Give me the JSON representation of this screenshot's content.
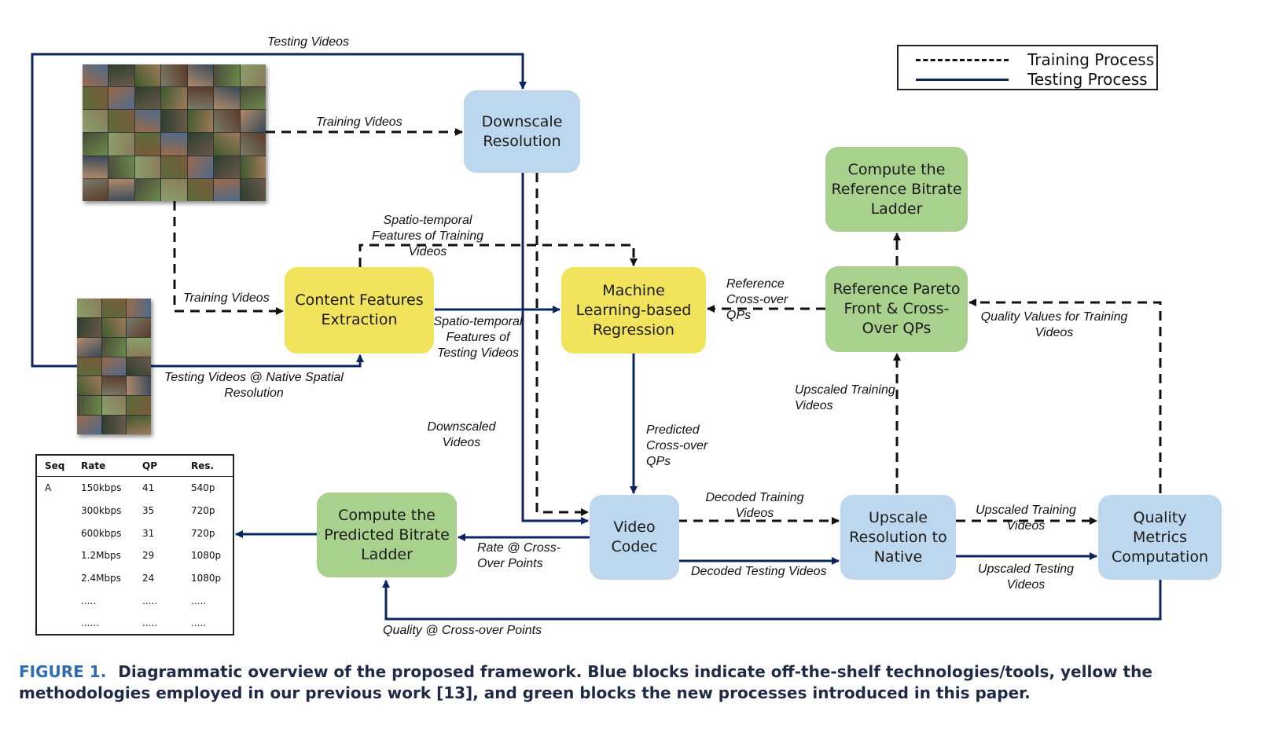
{
  "legend": {
    "training": "Training Process",
    "testing": "Testing Process"
  },
  "boxes": {
    "downscale": "Downscale\nResolution",
    "content": "Content Features\nExtraction",
    "ml": "Machine\nLearning-based\nRegression",
    "ref_ladder": "Compute the\nReference Bitrate\nLadder",
    "pareto": "Reference Pareto\nFront & Cross-\nOver QPs",
    "codec": "Video\nCodec",
    "upscale": "Upscale\nResolution to\nNative",
    "quality": "Quality\nMetrics\nComputation",
    "pred_ladder": "Compute the\nPredicted Bitrate\nLadder"
  },
  "labels": {
    "testing_videos_top": "Testing Videos",
    "training_videos_top": "Training Videos",
    "training_videos_left": "Training Videos",
    "spatio_training": "Spatio-temporal\nFeatures of Training\nVideos",
    "spatio_testing": "Spatio-temporal\nFeatures of\nTesting Videos",
    "testing_native": "Testing Videos @ Native Spatial\nResolution",
    "reference_qps": "Reference\nCross-over\nQPs",
    "quality_training": "Quality Values for Training\nVideos",
    "upscaled_training_left": "Upscaled Training\nVideos",
    "downscaled_videos": "Downscaled\nVideos",
    "predicted_qps": "Predicted\nCross-over\nQPs",
    "decoded_training": "Decoded Training\nVideos",
    "decoded_testing": "Decoded Testing Videos",
    "upscaled_training_right": "Upscaled Training\nVideos",
    "upscaled_testing": "Upscaled Testing\nVideos",
    "rate_cross": "Rate @ Cross-\nOver Points",
    "quality_cross": "Quality @ Cross-over Points"
  },
  "table": {
    "headers": [
      "Seq",
      "Rate",
      "QP",
      "Res."
    ],
    "rows": [
      [
        "A",
        "150kbps",
        "41",
        "540p"
      ],
      [
        "",
        "300kbps",
        "35",
        "720p"
      ],
      [
        "",
        "600kbps",
        "31",
        "720p"
      ],
      [
        "",
        "1.2Mbps",
        "29",
        "1080p"
      ],
      [
        "",
        "2.4Mbps",
        "24",
        "1080p"
      ],
      [
        "",
        ".....",
        ".....",
        "....."
      ],
      [
        "",
        "......",
        ".....",
        "....."
      ]
    ]
  },
  "caption": {
    "figure": "FIGURE 1.",
    "text": "Diagrammatic overview of the proposed framework. Blue blocks indicate off-the-shelf technologies/tools, yellow the methodologies employed in our previous work [13], and green blocks the new processes introduced in this paper."
  },
  "colors": {
    "solid_line": "#0b2560",
    "dashed_line": "#111111",
    "blue_block": "#bdd7ee",
    "yellow_block": "#f2e35c",
    "green_block": "#a9d18e",
    "caption_figure": "#2e6bb0"
  }
}
